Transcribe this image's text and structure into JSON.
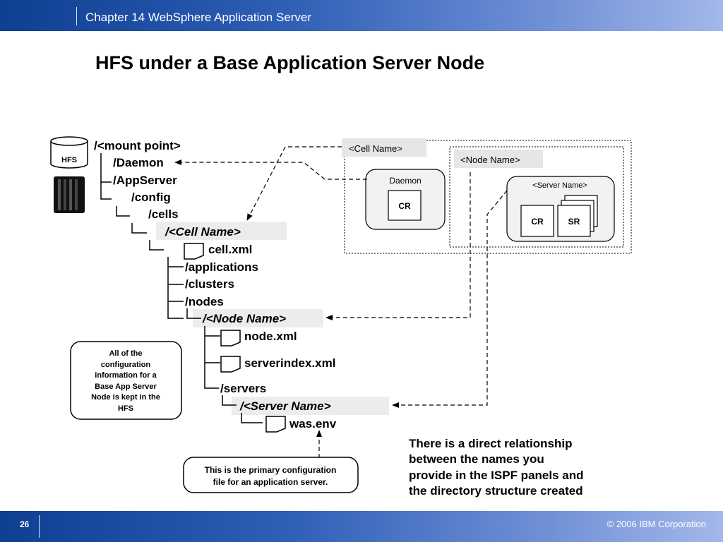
{
  "header": {
    "title": "Chapter 14 WebSphere Application Server"
  },
  "slide": {
    "title": "HFS under a Base Application Server Node"
  },
  "footer": {
    "page": "26",
    "copyright": "© 2006 IBM Corporation"
  },
  "icons": {
    "hfs_label": "HFS"
  },
  "tree": {
    "mount_point": "/<mount point>",
    "daemon": "/Daemon",
    "appserver": "/AppServer",
    "config": "/config",
    "cells": "/cells",
    "cell_name": "/<Cell Name>",
    "cell_xml": "cell.xml",
    "applications": "/applications",
    "clusters": "/clusters",
    "nodes": "/nodes",
    "node_name": "/<Node Name>",
    "node_xml": "node.xml",
    "serverindex_xml": "serverindex.xml",
    "servers": "/servers",
    "server_name": "/<Server Name>",
    "was_env": "was.env"
  },
  "cell_box": {
    "cell_label": "<Cell Name>",
    "daemon_label": "Daemon",
    "daemon_cr": "CR",
    "node_label": "<Node Name>",
    "server_label": "<Server Name>",
    "server_cr": "CR",
    "server_sr": "SR"
  },
  "callouts": {
    "hfs_note": [
      "All of the",
      "configuration",
      "information for a",
      "Base App Server",
      "Node is kept in the",
      "HFS"
    ],
    "primary_note": [
      "This is the primary configuration",
      "file for an application server."
    ],
    "relationship": [
      "There is a direct relationship",
      "between the names you",
      "provide in the ISPF panels and",
      "the directory structure created"
    ]
  }
}
